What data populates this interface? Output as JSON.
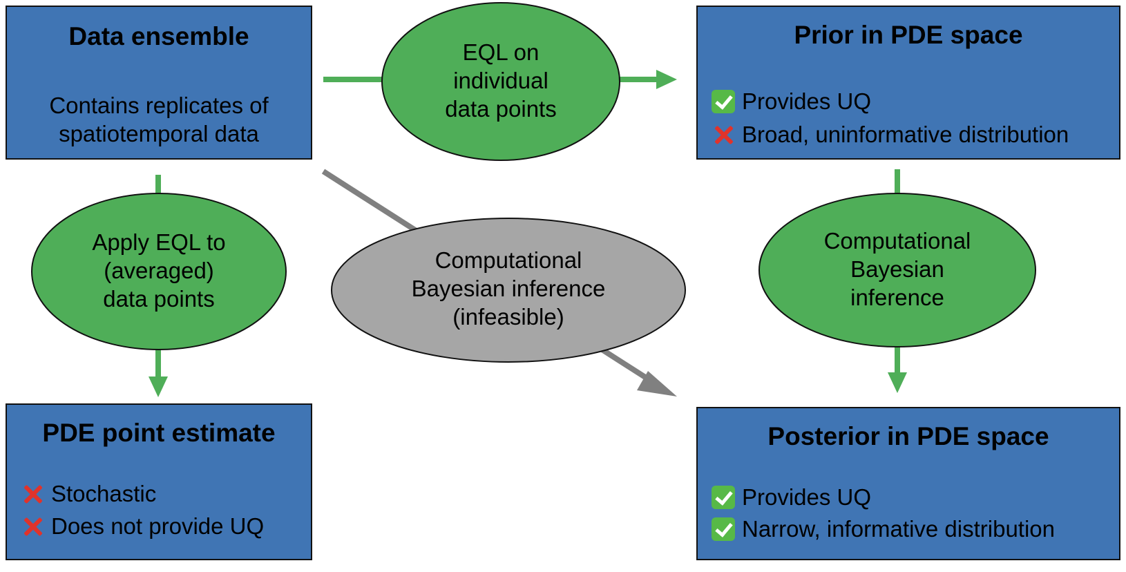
{
  "boxes": {
    "data_ensemble": {
      "title": "Data ensemble",
      "text": [
        "Contains replicates of",
        "spatiotemporal data"
      ]
    },
    "prior": {
      "title": "Prior in PDE space",
      "items": [
        {
          "mark": "check",
          "text": "Provides UQ"
        },
        {
          "mark": "cross",
          "text": "Broad, uninformative distribution"
        }
      ]
    },
    "point_estimate": {
      "title": "PDE point estimate",
      "items": [
        {
          "mark": "cross",
          "text": "Stochastic"
        },
        {
          "mark": "cross",
          "text": "Does not provide UQ"
        }
      ]
    },
    "posterior": {
      "title": "Posterior in PDE space",
      "items": [
        {
          "mark": "check",
          "text": "Provides UQ"
        },
        {
          "mark": "check",
          "text": "Narrow, informative distribution"
        }
      ]
    }
  },
  "ovals": {
    "eql_individual": [
      "EQL on",
      "individual",
      "data points"
    ],
    "eql_averaged": [
      "Apply EQL to",
      "(averaged)",
      "data points"
    ],
    "bayes_infeasible": [
      "Computational",
      "Bayesian inference",
      "(infeasible)"
    ],
    "bayes": [
      "Computational",
      "Bayesian",
      "inference"
    ]
  },
  "icons": {
    "check": "check-mark-icon",
    "cross": "cross-mark-icon"
  },
  "colors": {
    "box_fill": "#4075b4",
    "oval_green": "#4fae58",
    "oval_gray": "#a6a6a6",
    "arrow_green": "#4fae58",
    "arrow_gray": "#808080",
    "check_green": "#57b947",
    "cross_red": "#e0332b"
  }
}
